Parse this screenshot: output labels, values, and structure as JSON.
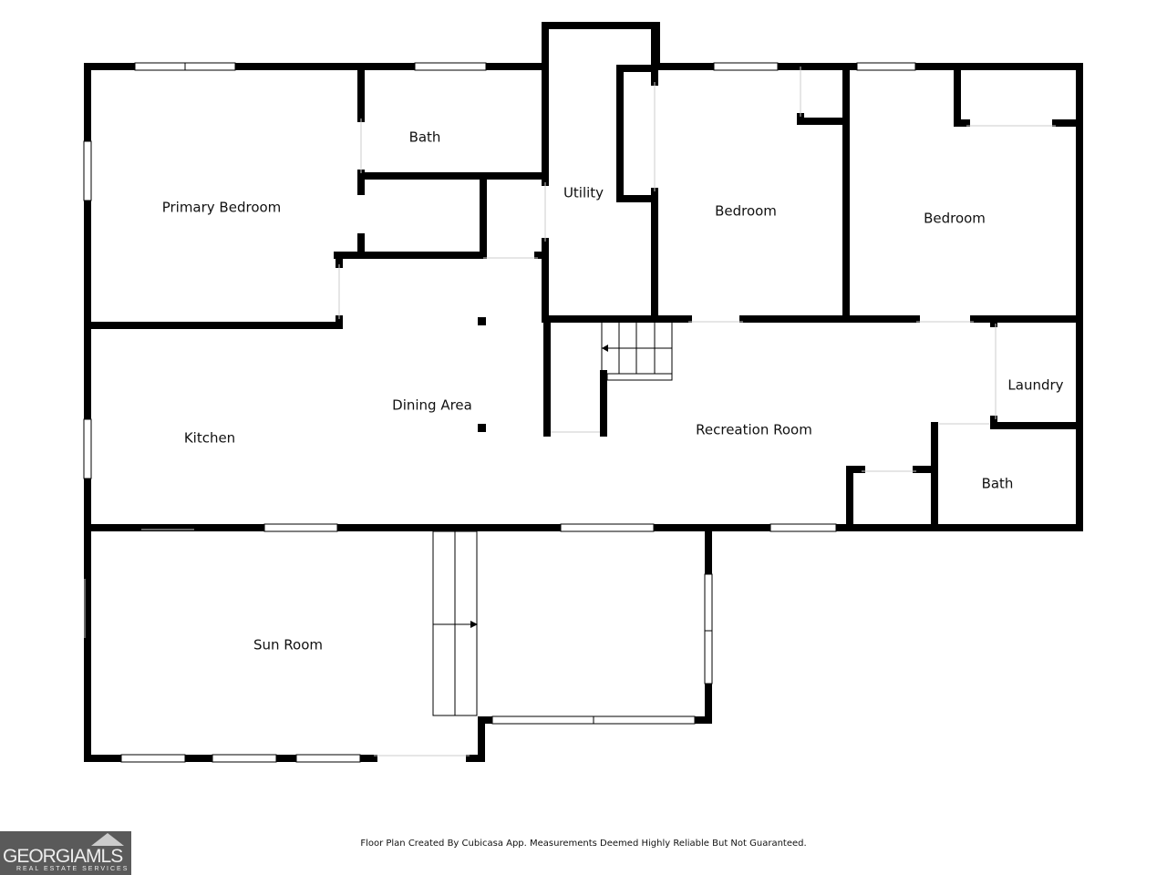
{
  "rooms": {
    "primary_bedroom": "Primary Bedroom",
    "bath_1": "Bath",
    "utility": "Utility",
    "bedroom_1": "Bedroom",
    "bedroom_2": "Bedroom",
    "dining": "Dining Area",
    "kitchen": "Kitchen",
    "recreation": "Recreation Room",
    "laundry": "Laundry",
    "bath_2": "Bath",
    "sun_room": "Sun Room"
  },
  "footer": "Floor Plan Created By Cubicasa App. Measurements Deemed Highly Reliable But Not Guaranteed.",
  "logo": {
    "name": "GEORGIAMLS",
    "tagline": "REAL ESTATE SERVICES"
  }
}
